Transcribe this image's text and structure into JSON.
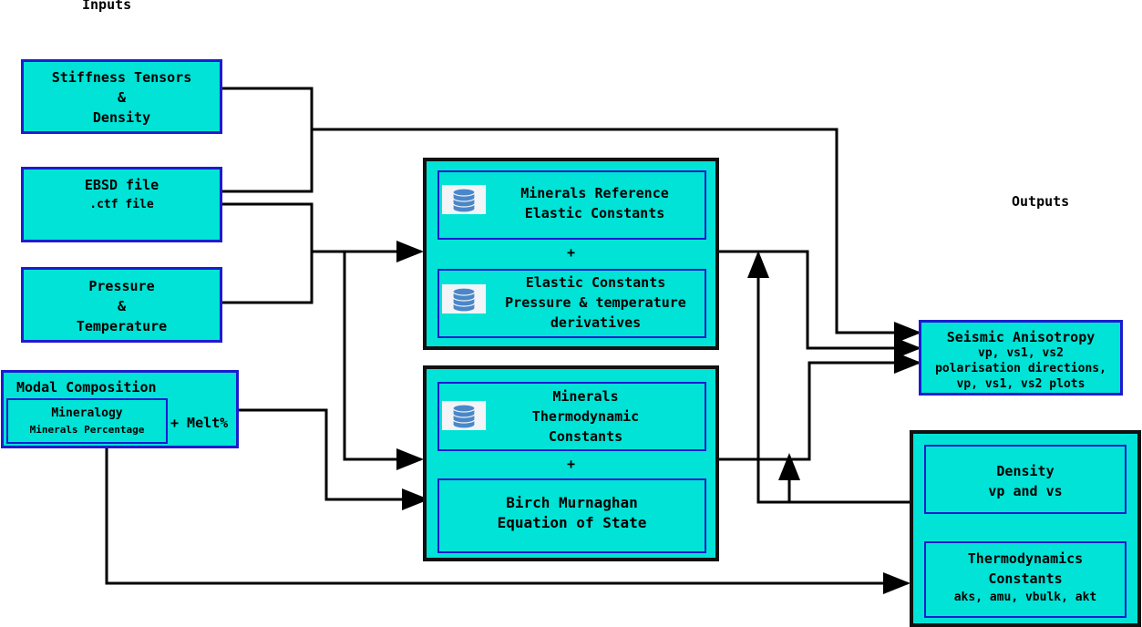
{
  "labels": {
    "inputs": "Inputs",
    "outputs": "Outputs",
    "plus_top": "+",
    "plus_bottom": "+",
    "melt": "+ Melt%"
  },
  "inputs": {
    "stiffness": "Stiffness Tensors\n&\nDensity",
    "ebsd_title": "EBSD file",
    "ebsd_sub": ".ctf file",
    "pressure": "Pressure\n&\nTemperature",
    "modal_title": "Modal Composition",
    "mineralogy": "Mineralogy",
    "minerals_percentage": "Minerals Percentage"
  },
  "process": {
    "minerals_reference": "Minerals Reference\nElastic Constants",
    "elastic_derivatives": "Elastic Constants\nPressure & temperature\nderivatives",
    "thermodynamic": "Minerals\nThermodynamic\nConstants",
    "birch": "Birch Murnaghan\nEquation of State"
  },
  "outputs": {
    "seismic_title": "Seismic Anisotropy",
    "seismic_body": "vp, vs1, vs2\npolarisation directions,\nvp, vs1, vs2 plots",
    "density": "Density\nvp and vs",
    "thermo_title": "Thermodynamics\nConstants",
    "thermo_sub": "aks, amu, vbulk, akt"
  },
  "icons": {
    "database": "database-icon"
  }
}
